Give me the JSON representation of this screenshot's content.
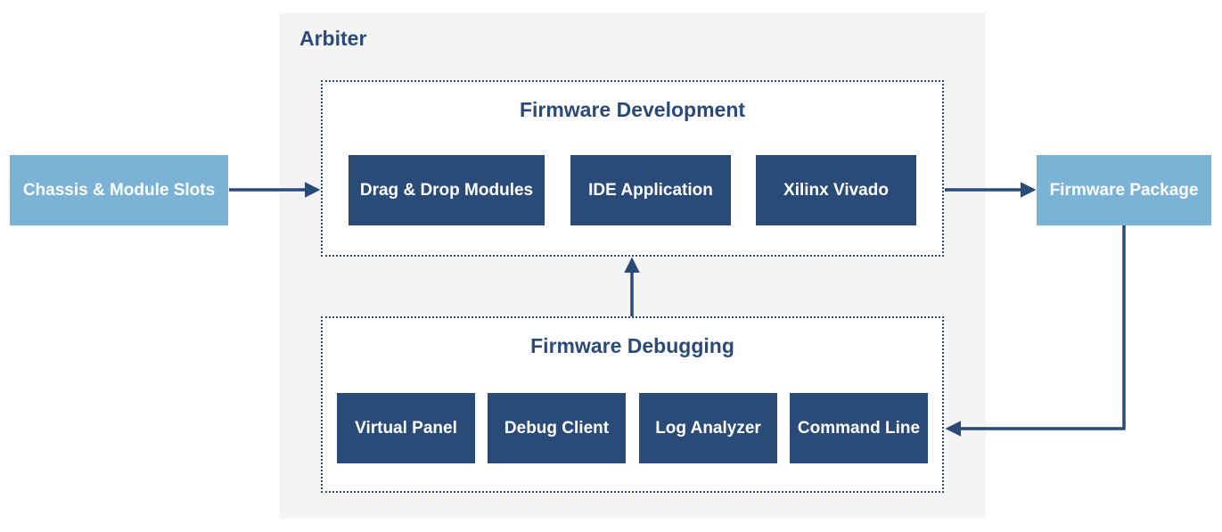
{
  "arbiter": {
    "title": "Arbiter"
  },
  "firmware_development": {
    "title": "Firmware Development",
    "blocks": [
      "Drag & Drop Modules",
      "IDE Application",
      "Xilinx Vivado"
    ]
  },
  "firmware_debugging": {
    "title": "Firmware Debugging",
    "blocks": [
      "Virtual Panel",
      "Debug Client",
      "Log Analyzer",
      "Command Line"
    ]
  },
  "inputs": {
    "chassis": "Chassis & Module Slots"
  },
  "outputs": {
    "package": "Firmware Package"
  },
  "colors": {
    "dark_block": "#2a4a78",
    "light_block": "#7ab3d6",
    "container_bg": "#f4f4f5",
    "title_text": "#2a4a78",
    "block_text": "#ffffff"
  }
}
